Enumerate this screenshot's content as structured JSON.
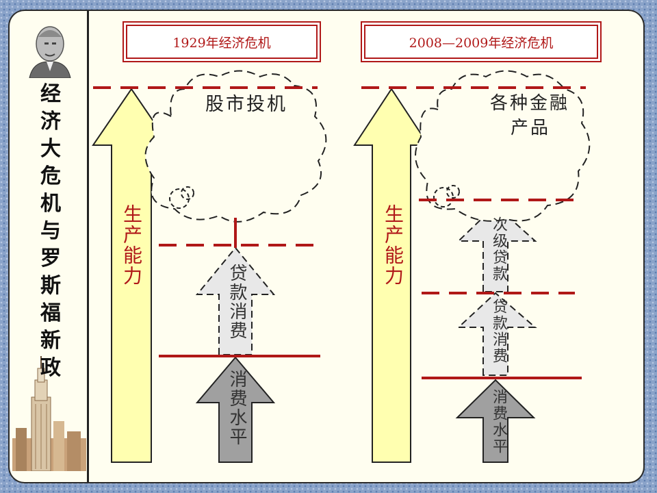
{
  "sidebar": {
    "title_chars": [
      "经",
      "济",
      "大",
      "危",
      "机",
      "与",
      "罗",
      "斯",
      "福",
      "新",
      "政"
    ]
  },
  "left_panel": {
    "title": "1929年经济危机",
    "cloud_label": "股市投机",
    "production_label": "生产能力",
    "loan_arrow_label": "贷款消费",
    "consumption_arrow_label": "消费水平"
  },
  "right_panel": {
    "title": "2008—2009年经济危机",
    "cloud_label_line1": "各种金融",
    "cloud_label_line2": "产品",
    "production_label": "生产能力",
    "subprime_arrow_label": "次级贷款",
    "loan_arrow_label": "贷款消费",
    "consumption_arrow_label": "消费水平"
  },
  "colors": {
    "accent_red": "#b01818",
    "arrow_yellow": "#ffffb0",
    "arrow_gray": "#a0a0a0",
    "arrow_light_gray": "#e0e0e0",
    "slide_bg": "#fffef0"
  }
}
